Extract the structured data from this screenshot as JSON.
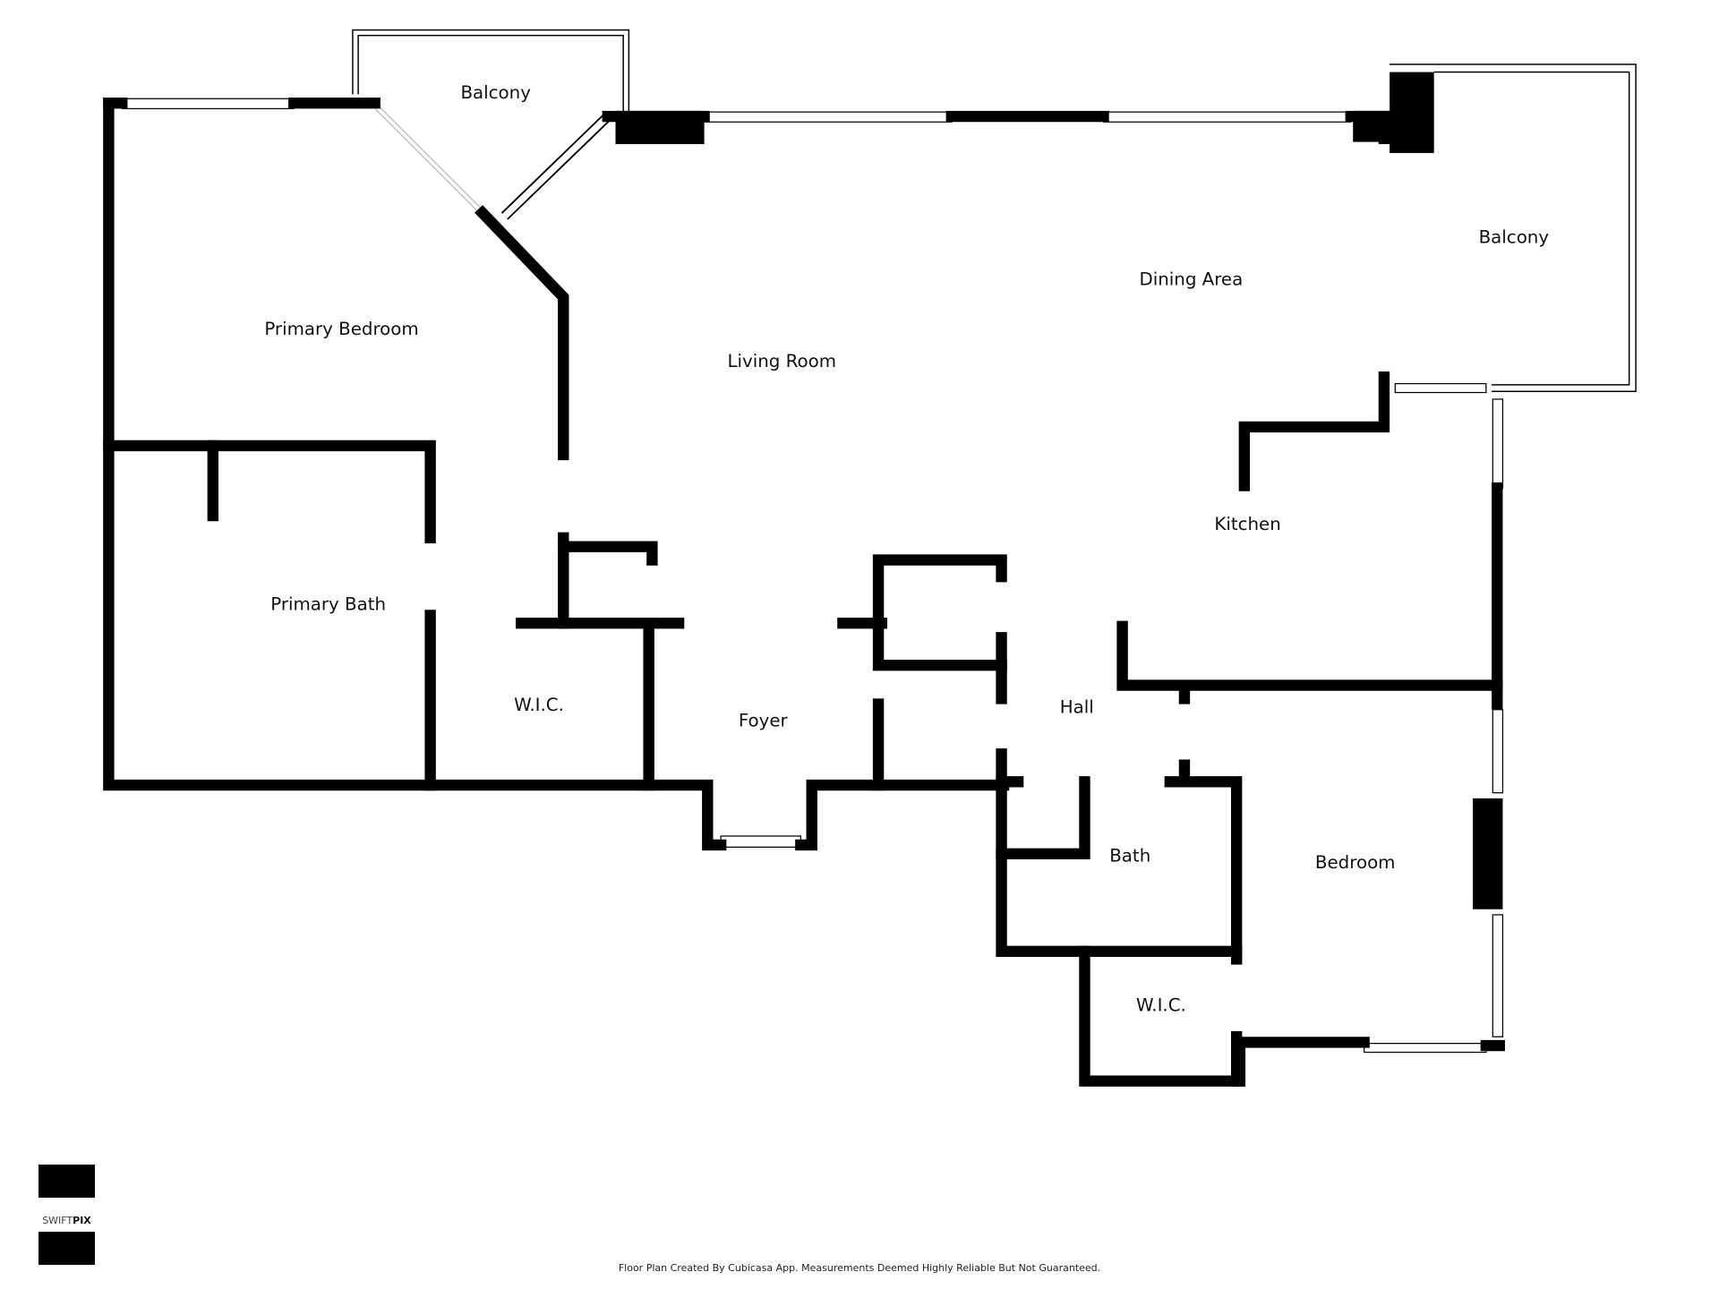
{
  "rooms": {
    "balcony_left": "Balcony",
    "balcony_right": "Balcony",
    "primary_bedroom": "Primary Bedroom",
    "living_room": "Living Room",
    "dining_area": "Dining Area",
    "kitchen": "Kitchen",
    "primary_bath": "Primary Bath",
    "wic_primary": "W.I.C.",
    "foyer": "Foyer",
    "hall": "Hall",
    "bath": "Bath",
    "bedroom": "Bedroom",
    "wic_bedroom": "W.I.C."
  },
  "logo": {
    "brand_light": "SWIFT",
    "brand_bold": "PIX"
  },
  "footer": "Floor Plan Created By Cubicasa App. Measurements Deemed Highly Reliable But Not Guaranteed."
}
